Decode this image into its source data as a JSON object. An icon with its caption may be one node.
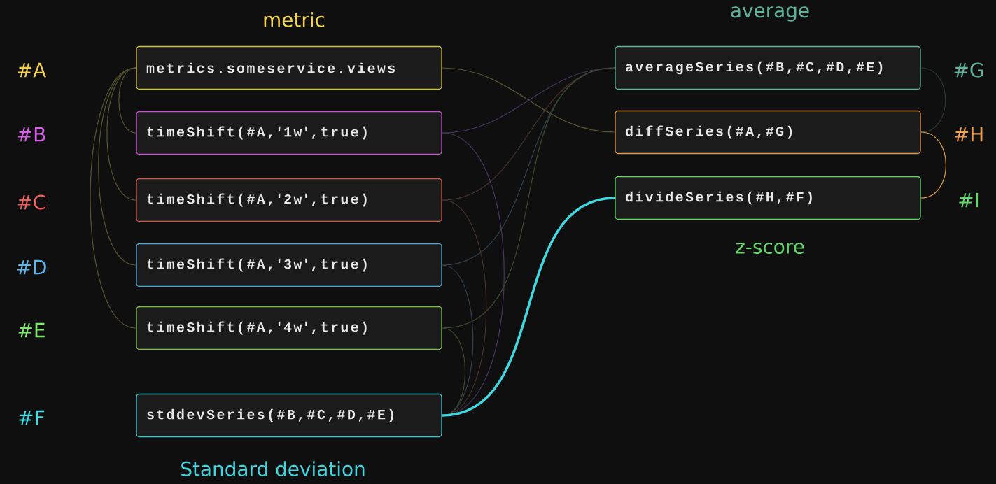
{
  "diagram": {
    "nodes": [
      {
        "text": [
          "metrics.someservice.views"
        ]
      },
      {
        "text": [
          "timeShift(#A,'1w',true)"
        ]
      },
      {
        "text": [
          "timeShift(#A,'2w',true)"
        ]
      },
      {
        "text": [
          "timeShift(#A,'3w',true)"
        ]
      },
      {
        "text": [
          "timeShift(#A,'4w',true)"
        ]
      },
      {
        "text": [
          "stddevSeries(#B,#C,#D,#E)"
        ]
      },
      {
        "text": [
          "averageSeries(#B,#C,#D,#E)"
        ]
      },
      {
        "text": [
          "diffSeries(#A,#G)"
        ]
      },
      {
        "text": [
          "divideSeries(#H,#F)"
        ]
      }
    ],
    "edges": [
      {
        "from": 0,
        "to": 1,
        "arrow": "none",
        "color": "#5a5430"
      },
      {
        "from": 0,
        "to": 2,
        "arrow": "none",
        "color": "#5a5430"
      },
      {
        "from": 0,
        "to": 3,
        "arrow": "none",
        "color": "#5a5430"
      },
      {
        "from": 0,
        "to": 4,
        "arrow": "none",
        "color": "#5a5430"
      },
      {
        "from": 0,
        "to": 7,
        "arrow": "none",
        "color": "#5a5430"
      },
      {
        "from": 1,
        "to": 6,
        "arrow": "none",
        "color": "#4a3560"
      },
      {
        "from": 2,
        "to": 6,
        "arrow": "none",
        "color": "#4a302c"
      },
      {
        "from": 3,
        "to": 6,
        "arrow": "none",
        "color": "#2f4150"
      },
      {
        "from": 4,
        "to": 6,
        "arrow": "none",
        "color": "#3d4a2c"
      },
      {
        "from": 1,
        "to": 5,
        "arrow": "none",
        "color": "#4a3560"
      },
      {
        "from": 2,
        "to": 5,
        "arrow": "none",
        "color": "#4a302c"
      },
      {
        "from": 3,
        "to": 5,
        "arrow": "none",
        "color": "#2f4150"
      },
      {
        "from": 4,
        "to": 5,
        "arrow": "none",
        "color": "#3d4a2c"
      },
      {
        "from": 6,
        "to": 7,
        "arrow": "none",
        "color": "#2a3a33"
      },
      {
        "from": 7,
        "to": 8,
        "arrow": "none",
        "color": "#e8a048"
      },
      {
        "from": 5,
        "to": 8,
        "arrow": "none",
        "color": "#3fd8e0",
        "style": "thick"
      }
    ],
    "labels": [
      "metric",
      "average",
      "#A",
      "#G",
      "#B",
      "#H",
      "#C",
      "#I",
      "z-score",
      "#D",
      "#E",
      "#F",
      "Standard deviation"
    ]
  }
}
